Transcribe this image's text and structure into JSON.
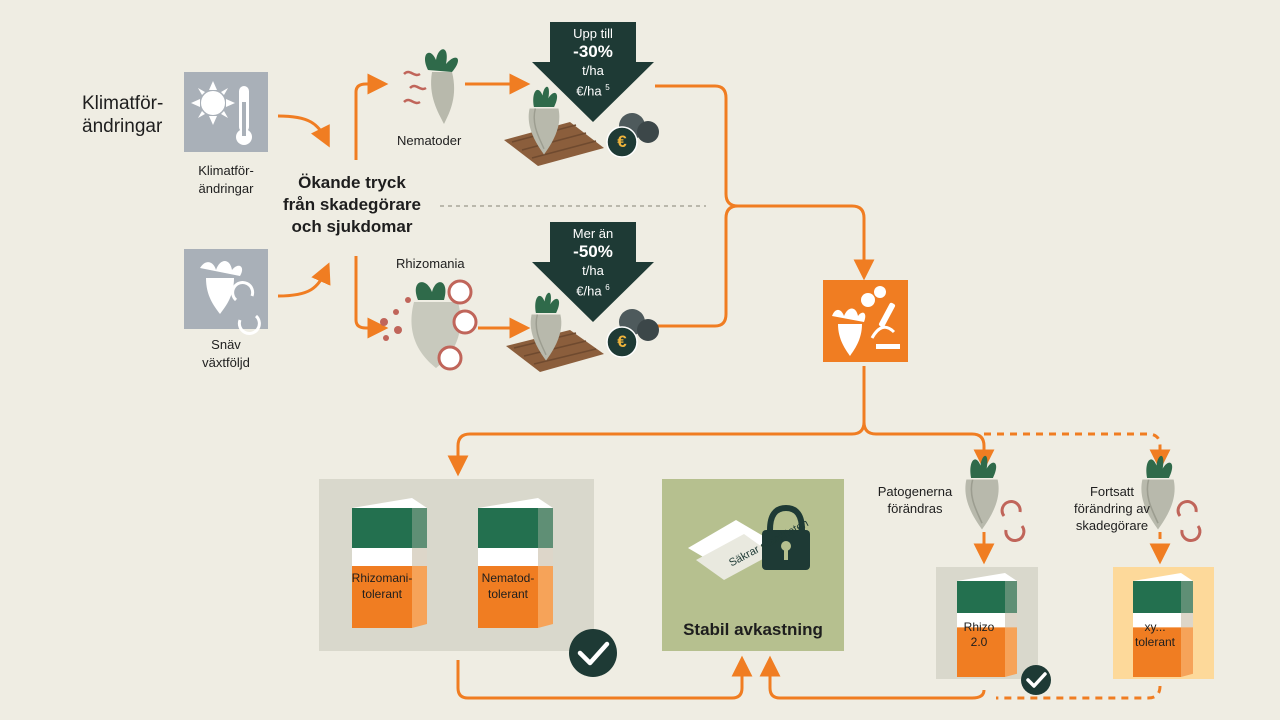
{
  "colors": {
    "background": "#efede3",
    "orange": "#f07d22",
    "dark_green": "#1e3a35",
    "pack_green": "#23704f",
    "panel_gray": "#d9d8cc",
    "panel_olive": "#b6c08f",
    "panel_yellow": "#fdd99a",
    "icon_gray": "#a9b0b8"
  },
  "left_title": "Klimatför-\nändringar",
  "factors": [
    {
      "label": "Klimatför-\nändringar",
      "icon": "sun-thermometer-icon"
    },
    {
      "label": "Snäv\nväxtföljd",
      "icon": "beet-rotation-icon"
    }
  ],
  "center_heading": "Ökande tryck\nfrån skadegörare\noch sjukdomar",
  "threats": [
    {
      "label": "Nematoder",
      "icon": "nematode-beet-icon"
    },
    {
      "label": "Rhizomania",
      "icon": "rhizomania-beet-icon"
    }
  ],
  "losses": [
    {
      "prefix": "Upp till",
      "value": "-30%",
      "unit1": "t/ha",
      "unit2": "€/ha",
      "ref": "5"
    },
    {
      "prefix": "Mer än",
      "value": "-50%",
      "unit1": "t/ha",
      "unit2": "€/ha",
      "ref": "6"
    }
  ],
  "research_icon": "beet-microscope-money-icon",
  "products": [
    {
      "label": "Rhizomani-\ntolerant"
    },
    {
      "label": "Nematod-\ntolerant"
    }
  ],
  "stability": {
    "badge_text": "Säkrar stabiliteten",
    "label": "Stabil avkastning",
    "icon": "lock-icon"
  },
  "future": [
    {
      "label": "Patogenerna\nförändras",
      "product": "Rhizo\n2.0",
      "icon": "changing-beet-icon"
    },
    {
      "label": "Fortsatt\nförändring av\nskadegörare",
      "product": "xy...\ntolerant",
      "icon": "changing-beet-icon"
    }
  ],
  "check_icon": "check-icon",
  "euro_symbol": "€"
}
